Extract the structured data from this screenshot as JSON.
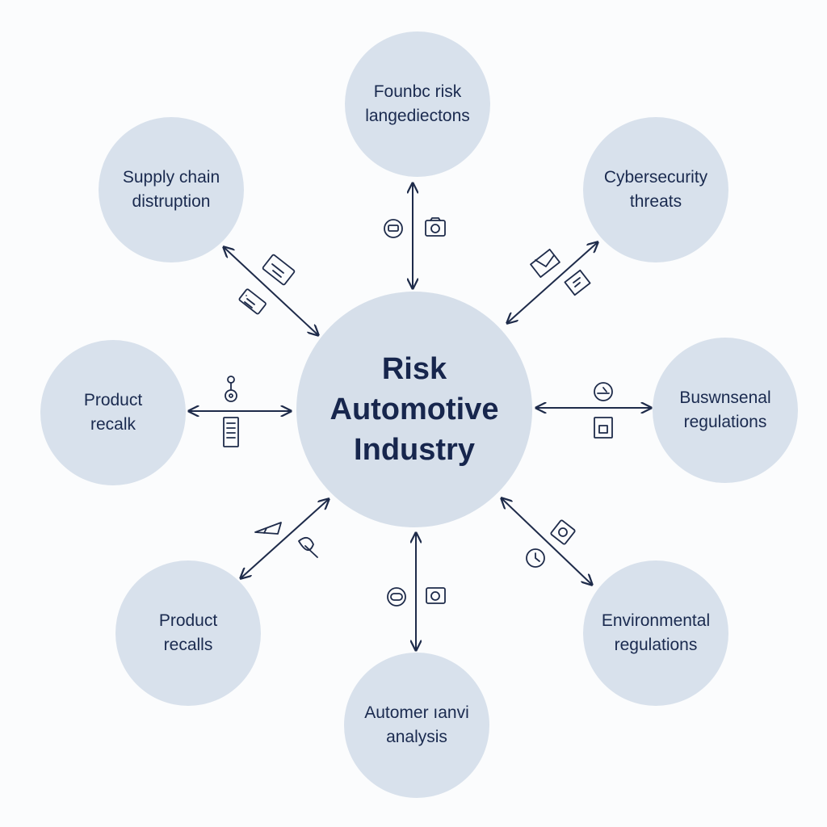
{
  "diagram": {
    "center": {
      "lines": [
        "Risk",
        "Automotive",
        "Industry"
      ]
    },
    "nodes": {
      "top": {
        "lines": [
          "Founbc risk",
          "langediectons"
        ]
      },
      "top_left": {
        "lines": [
          "Supply chain",
          "distruption"
        ]
      },
      "top_right": {
        "lines": [
          "Cybersecurity",
          "threats"
        ]
      },
      "left": {
        "lines": [
          "Product",
          "recalk"
        ]
      },
      "right": {
        "lines": [
          "Buswnsenal",
          "regulations"
        ]
      },
      "bottom_left": {
        "lines": [
          "Product",
          "recalls"
        ]
      },
      "bottom_right": {
        "lines": [
          "Environmental",
          "regulations"
        ]
      },
      "bottom": {
        "lines": [
          "Automer ıanvi",
          "analysis"
        ]
      }
    },
    "colors": {
      "background": "#fbfcfd",
      "node_fill": "#d8e1ec",
      "text": "#1a2a4f",
      "connector": "#1e2b4a"
    },
    "icons": [
      "robot-icon",
      "camera-icon",
      "briefcase-icon",
      "battery-icon",
      "envelope-icon",
      "document-icon",
      "antenna-icon",
      "list-icon",
      "speedometer-icon",
      "frame-icon",
      "pen-icon",
      "leaf-icon",
      "pill-icon",
      "camera-icon",
      "clock-icon",
      "gear-icon"
    ]
  }
}
